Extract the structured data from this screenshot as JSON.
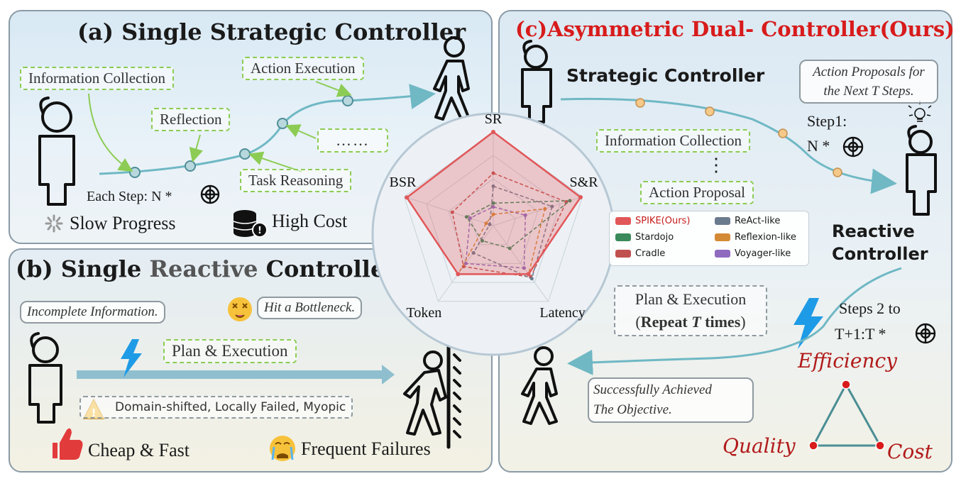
{
  "panel_a": {
    "title": "(a) Single Strategic Controller",
    "boxes": {
      "info": "Information Collection",
      "action": "Action Execution",
      "reflection": "Reflection",
      "dots": "……",
      "reasoning": "Task Reasoning"
    },
    "each_step": "Each Step: N *",
    "slow": "Slow Progress",
    "cost": "High Cost"
  },
  "panel_b": {
    "title_pre": "(b) Single ",
    "title_mid": "Reactive",
    "title_post": " Controller",
    "incomplete": "Incomplete Information.",
    "bottleneck": "Hit a Bottleneck.",
    "plan": "Plan & Execution",
    "warning": "Domain-shifted, Locally Failed, Myopic",
    "cheap": "Cheap & Fast",
    "failures": "Frequent Failures"
  },
  "panel_c": {
    "title": "(c)Asymmetric Dual- Controller(Ours)",
    "strategic": "Strategic Controller",
    "proposals_1": "Action Proposals for",
    "proposals_2": "the Next T Steps.",
    "step1_a": "Step1:",
    "step1_b": "N *",
    "info": "Information Collection",
    "vdots": "⋮",
    "action_proposal": "Action Proposal",
    "reactive_1": "Reactive",
    "reactive_2": "Controller",
    "plan_1": "Plan & Execution",
    "plan_2a": "(",
    "plan_2b": "Repeat",
    "plan_2c": "T",
    "plan_2d": "times",
    "plan_2e": ")",
    "steps_1": "Steps 2 to",
    "steps_2": "T+1:T *",
    "success_1": "Successfully Achieved",
    "success_2": "The Objective.",
    "efficiency": "Efficiency",
    "quality": "Quality",
    "cost": "Cost"
  },
  "colors": {
    "accent_red": "#d81b1b",
    "green_dash": "#8ccc54",
    "teal_line": "#6fb8c4",
    "node_fill": "#f4c98a"
  },
  "radar": {
    "axes": [
      "SR",
      "S&R",
      "Latency",
      "Token",
      "BSR"
    ],
    "series": [
      {
        "name": "SPIKE(Ours)",
        "color": "#e15759",
        "values": [
          1.0,
          0.98,
          0.64,
          0.64,
          0.97
        ]
      },
      {
        "name": "ReAct-like",
        "color": "#6b7b8e",
        "values": [
          0.42,
          0.66,
          0.7,
          0.36,
          0.04
        ]
      },
      {
        "name": "Stardojo",
        "color": "#3a8a5c",
        "values": [
          0.24,
          0.86,
          0.3,
          0.2,
          0.3
        ]
      },
      {
        "name": "Reflexion-like",
        "color": "#d48a35",
        "values": [
          0.12,
          0.58,
          0.64,
          0.64,
          0.08
        ]
      },
      {
        "name": "Cradle",
        "color": "#c0504d",
        "values": [
          0.56,
          0.82,
          0.68,
          0.54,
          0.46
        ]
      },
      {
        "name": "Voyager-like",
        "color": "#8e6bbf",
        "values": [
          0.2,
          0.36,
          0.56,
          0.5,
          0.26
        ]
      }
    ]
  }
}
